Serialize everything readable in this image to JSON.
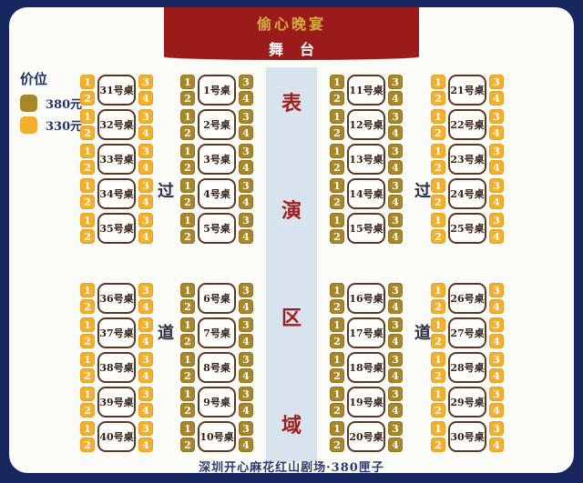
{
  "stage": {
    "logo": "偷心晚宴",
    "label": "舞台"
  },
  "legend": {
    "title": "价位",
    "items": [
      {
        "label": "380元",
        "tier": "t380",
        "color": "#a8862a"
      },
      {
        "label": "330元",
        "tier": "t330",
        "color": "#f3b02c"
      }
    ]
  },
  "performance_area": {
    "chars": [
      "表",
      "演",
      "区",
      "域"
    ]
  },
  "aisles": {
    "left": {
      "top": "过",
      "bottom": "道"
    },
    "right": {
      "top": "过",
      "bottom": "道"
    }
  },
  "seat_numbers": [
    "1",
    "2",
    "3",
    "4"
  ],
  "groups": [
    {
      "name": "top-left",
      "tier": "t330",
      "tables": [
        "31号桌",
        "32号桌",
        "33号桌",
        "34号桌",
        "35号桌"
      ]
    },
    {
      "name": "top-center-left",
      "tier": "t380",
      "tables": [
        "1号桌",
        "2号桌",
        "3号桌",
        "4号桌",
        "5号桌"
      ]
    },
    {
      "name": "top-center-right",
      "tier": "t380",
      "tables": [
        "11号桌",
        "12号桌",
        "13号桌",
        "14号桌",
        "15号桌"
      ]
    },
    {
      "name": "top-right",
      "tier": "t330",
      "tables": [
        "21号桌",
        "22号桌",
        "23号桌",
        "24号桌",
        "25号桌"
      ]
    },
    {
      "name": "bottom-left",
      "tier": "t330",
      "tables": [
        "36号桌",
        "37号桌",
        "38号桌",
        "39号桌",
        "40号桌"
      ]
    },
    {
      "name": "bottom-center-left",
      "tier": "t380",
      "tables": [
        "6号桌",
        "7号桌",
        "8号桌",
        "9号桌",
        "10号桌"
      ]
    },
    {
      "name": "bottom-center-right",
      "tier": "t380",
      "tables": [
        "16号桌",
        "17号桌",
        "18号桌",
        "19号桌",
        "20号桌"
      ]
    },
    {
      "name": "bottom-right",
      "tier": "t330",
      "tables": [
        "26号桌",
        "27号桌",
        "28号桌",
        "29号桌",
        "30号桌"
      ]
    }
  ],
  "caption": "深圳开心麻花红山剧场·380匣子"
}
